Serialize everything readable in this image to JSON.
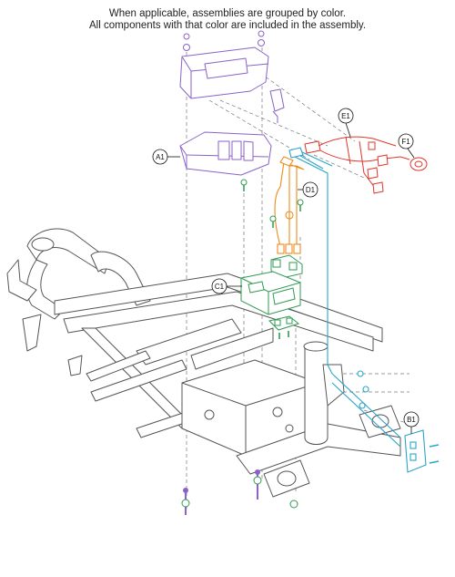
{
  "header": {
    "line1": "When applicable, assemblies are grouped by color.",
    "line2": "All components with that color are included in the assembly."
  },
  "callouts": {
    "a1": "A1",
    "b1": "B1",
    "c1": "C1",
    "d1": "D1",
    "e1": "E1",
    "f1": "F1"
  },
  "colors": {
    "purple_assembly": "#8a62c8",
    "blue_assembly": "#2aa5c8",
    "green_assembly": "#2f9a52",
    "orange_assembly": "#f08a1c",
    "red_assembly": "#e0352b",
    "frame": "#555555"
  }
}
